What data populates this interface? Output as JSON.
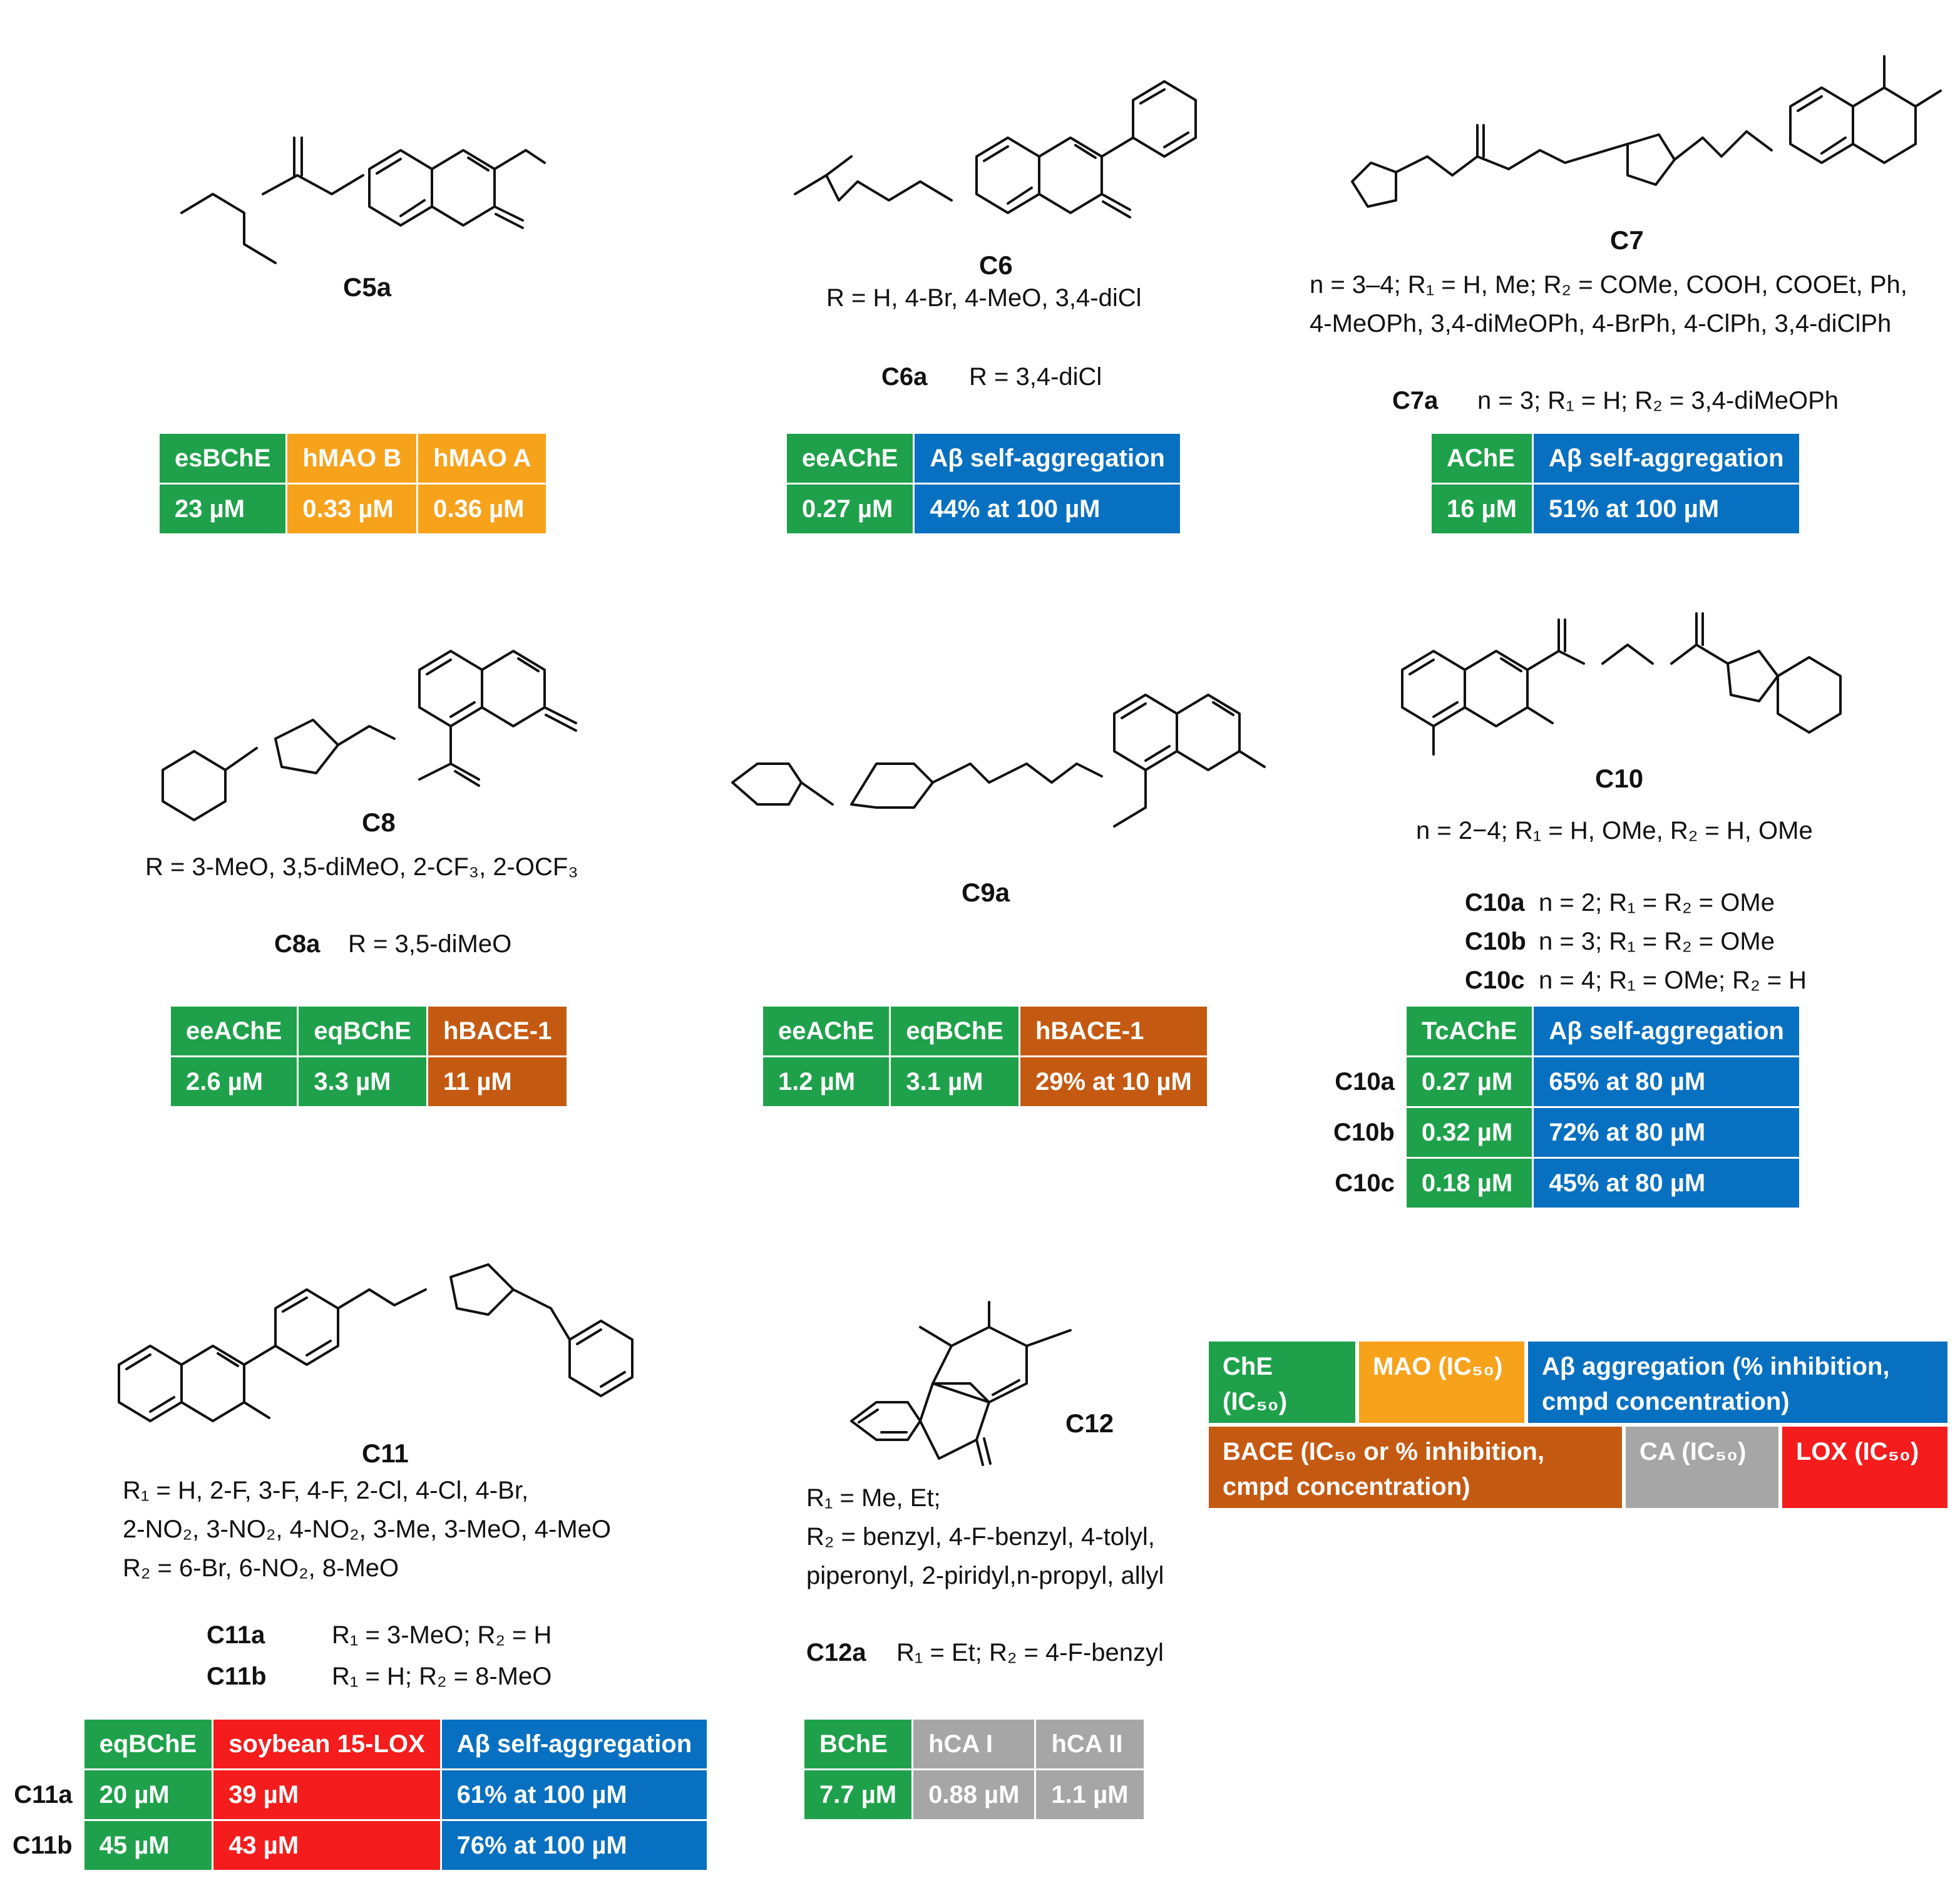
{
  "compounds": {
    "c5a": {
      "name": "C5a",
      "table": {
        "headers": [
          "esBChE",
          "hMAO B",
          "hMAO A"
        ],
        "values": [
          "23 µM",
          "0.33 µM",
          "0.36 µM"
        ]
      }
    },
    "c6": {
      "name": "C6",
      "r_line": "R = H, 4-Br, 4-MeO, 3,4-diCl",
      "variant": {
        "name": "C6a",
        "desc": "R = 3,4-diCl"
      },
      "table": {
        "headers": [
          "eeAChE",
          "Aβ self-aggregation"
        ],
        "values": [
          "0.27 µM",
          "44% at 100 µM"
        ]
      }
    },
    "c7": {
      "name": "C7",
      "desc_lines": [
        "n = 3–4; R₁ = H, Me; R₂ = COMe, COOH, COOEt, Ph,",
        "4-MeOPh, 3,4-diMeOPh, 4-BrPh, 4-ClPh, 3,4-diClPh"
      ],
      "variant": {
        "name": "C7a",
        "desc": "n = 3; R₁ = H; R₂ = 3,4-diMeOPh"
      },
      "table": {
        "headers": [
          "AChE",
          "Aβ self-aggregation"
        ],
        "values": [
          "16 µM",
          "51% at 100 µM"
        ]
      }
    },
    "c8": {
      "name": "C8",
      "r_line": "R = 3-MeO, 3,5-diMeO, 2-CF₃, 2-OCF₃",
      "variant": {
        "name": "C8a",
        "desc": "R = 3,5-diMeO"
      },
      "table": {
        "headers": [
          "eeAChE",
          "eqBChE",
          "hBACE-1"
        ],
        "values": [
          "2.6 µM",
          "3.3 µM",
          "11 µM"
        ]
      }
    },
    "c9a": {
      "name": "C9a",
      "table": {
        "headers": [
          "eeAChE",
          "eqBChE",
          "hBACE-1"
        ],
        "values": [
          "1.2 µM",
          "3.1 µM",
          "29% at 10 µM"
        ]
      }
    },
    "c10": {
      "name": "C10",
      "r_line": "n = 2−4; R₁ = H, OMe, R₂ = H, OMe",
      "variants": [
        {
          "name": "C10a",
          "desc": "n = 2; R₁ = R₂ = OMe"
        },
        {
          "name": "C10b",
          "desc": "n = 3; R₁ = R₂ = OMe"
        },
        {
          "name": "C10c",
          "desc": "n = 4; R₁ = OMe; R₂ = H"
        }
      ],
      "table": {
        "headers": [
          "TcAChE",
          "Aβ self-aggregation"
        ],
        "rows": [
          {
            "label": "C10a",
            "values": [
              "0.27 µM",
              "65% at 80 µM"
            ]
          },
          {
            "label": "C10b",
            "values": [
              "0.32 µM",
              "72% at 80 µM"
            ]
          },
          {
            "label": "C10c",
            "values": [
              "0.18 µM",
              "45% at 80 µM"
            ]
          }
        ]
      }
    },
    "c11": {
      "name": "C11",
      "desc_lines": [
        "R₁ = H, 2-F, 3-F, 4-F, 2-Cl, 4-Cl, 4-Br,",
        "2-NO₂, 3-NO₂, 4-NO₂, 3-Me, 3-MeO, 4-MeO",
        "R₂ = 6-Br, 6-NO₂, 8-MeO"
      ],
      "variants": [
        {
          "name": "C11a",
          "desc": "R₁ = 3-MeO; R₂ = H"
        },
        {
          "name": "C11b",
          "desc": "R₁ = H; R₂ = 8-MeO"
        }
      ],
      "table": {
        "headers": [
          "eqBChE",
          "soybean 15-LOX",
          "Aβ self-aggregation"
        ],
        "rows": [
          {
            "label": "C11a",
            "values": [
              "20 µM",
              "39 µM",
              "61% at 100 µM"
            ]
          },
          {
            "label": "C11b",
            "values": [
              "45 µM",
              "43 µM",
              "76% at 100 µM"
            ]
          }
        ]
      }
    },
    "c12": {
      "name": "C12",
      "desc_lines": [
        "R₁ = Me, Et;",
        "R₂ = benzyl, 4-F-benzyl, 4-tolyl,",
        "piperonyl, 2-piridyl,n-propyl, allyl"
      ],
      "variant": {
        "name": "C12a",
        "desc": "R₁ = Et; R₂ = 4-F-benzyl"
      },
      "table": {
        "headers": [
          "BChE",
          "hCA I",
          "hCA II"
        ],
        "values": [
          "7.7 µM",
          "0.88 µM",
          "1.1 µM"
        ]
      }
    }
  },
  "legend": {
    "che": "ChE (IC₅₀)",
    "mao": "MAO (IC₅₀)",
    "abeta": "Aβ aggregation (% inhibition, cmpd concentration)",
    "bace": "BACE (IC₅₀ or % inhibition, cmpd concentration)",
    "ca": "CA (IC₅₀)",
    "lox": "LOX (IC₅₀)"
  },
  "colors": {
    "che": "#1fa14b",
    "mao": "#f7a21b",
    "abeta": "#0870c0",
    "bace": "#c45a12",
    "ca": "#a6a6a6",
    "lox": "#f41c1c"
  }
}
